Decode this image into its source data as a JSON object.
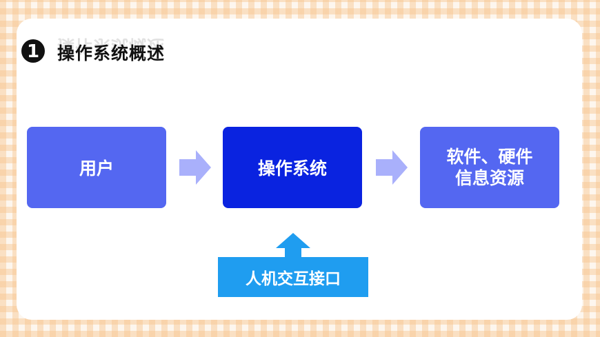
{
  "header": {
    "number": "1",
    "title": "操作系统概述"
  },
  "diagram": {
    "nodes": {
      "user": "用户",
      "os": "操作系统",
      "resources_line1": "软件、硬件",
      "resources_line2": "信息资源",
      "interface": "人机交互接口"
    },
    "colors": {
      "box_primary": "#5467f1",
      "box_core": "#0a23e0",
      "box_interface": "#1f9df0",
      "arrow_right": "#a9b0fb",
      "arrow_up": "#1f9df0"
    },
    "edges": [
      {
        "from": "user",
        "to": "os",
        "direction": "right"
      },
      {
        "from": "os",
        "to": "resources",
        "direction": "right"
      },
      {
        "from": "interface",
        "to": "os",
        "direction": "up"
      }
    ]
  }
}
